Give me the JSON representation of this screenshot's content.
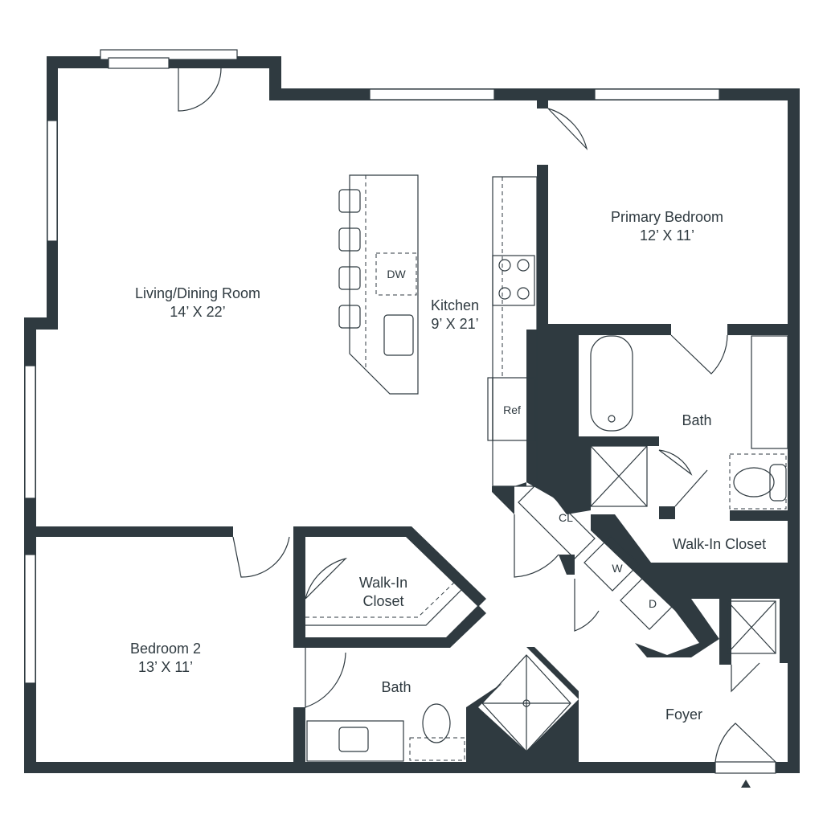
{
  "colors": {
    "wall": "#2f3a40",
    "background": "#ffffff"
  },
  "rooms": {
    "living": {
      "name": "Living/Dining Room",
      "size": "14’ X 22’"
    },
    "kitchen": {
      "name": "Kitchen",
      "size": "9’ X 21’"
    },
    "primary_bedroom": {
      "name": "Primary Bedroom",
      "size": "12’ X 11’"
    },
    "primary_bath": {
      "name": "Bath"
    },
    "primary_closet": {
      "name": "Walk-In Closet"
    },
    "bedroom2": {
      "name": "Bedroom 2",
      "size": "13’ X 11’"
    },
    "bedroom2_closet": {
      "line1": "Walk-In",
      "line2": "Closet"
    },
    "bath2": {
      "name": "Bath"
    },
    "foyer": {
      "name": "Foyer"
    }
  },
  "fixtures": {
    "dishwasher": "DW",
    "refrigerator": "Ref",
    "closet": "CL",
    "washer": "W",
    "dryer": "D"
  },
  "entry_marker": "triangle-up-icon"
}
